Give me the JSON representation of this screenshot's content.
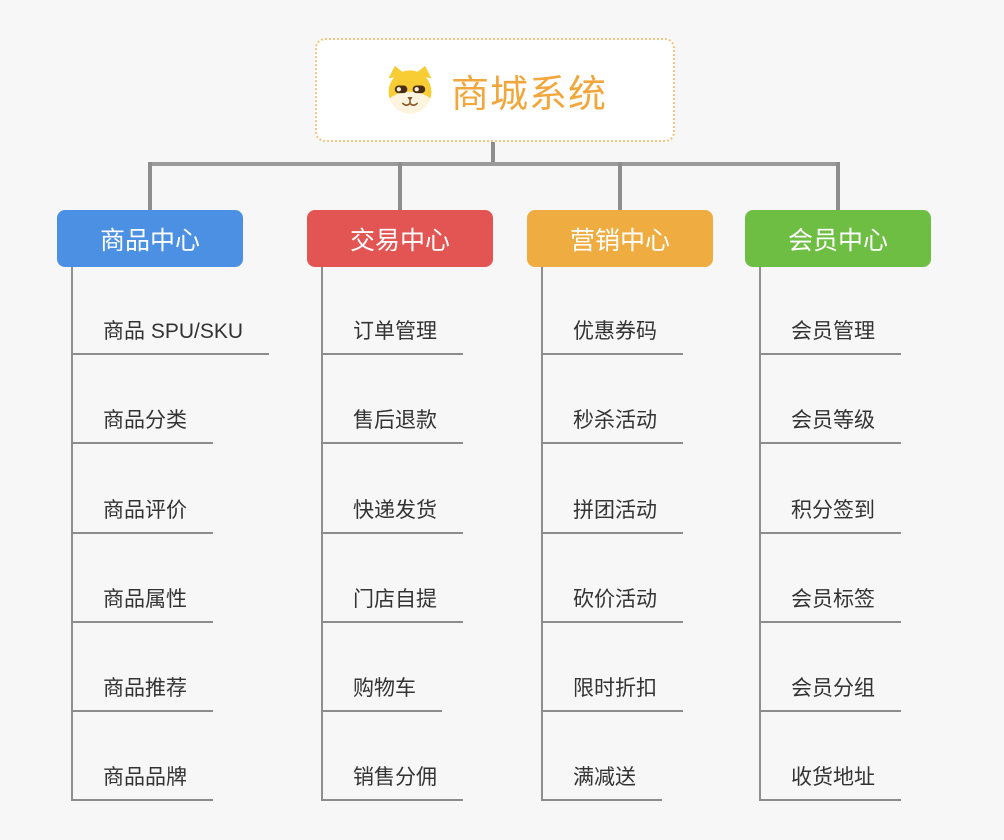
{
  "root": {
    "title": "商城系统",
    "icon": "shiba-dog-icon",
    "accent_color": "#F1A73C",
    "border_color": "#F6C37E"
  },
  "connector_color": "#8E8E8E",
  "background_color": "#F7F7F7",
  "branches": [
    {
      "label": "商品中心",
      "color": "#4B90E2",
      "items": [
        "商品 SPU/SKU",
        "商品分类",
        "商品评价",
        "商品属性",
        "商品推荐",
        "商品品牌"
      ]
    },
    {
      "label": "交易中心",
      "color": "#E25552",
      "items": [
        "订单管理",
        "售后退款",
        "快递发货",
        "门店自提",
        "购物车",
        "销售分佣"
      ]
    },
    {
      "label": "营销中心",
      "color": "#EFAD41",
      "items": [
        "优惠券码",
        "秒杀活动",
        "拼团活动",
        "砍价活动",
        "限时折扣",
        "满减送"
      ]
    },
    {
      "label": "会员中心",
      "color": "#6FBE44",
      "items": [
        "会员管理",
        "会员等级",
        "积分签到",
        "会员标签",
        "会员分组",
        "收货地址"
      ]
    }
  ]
}
